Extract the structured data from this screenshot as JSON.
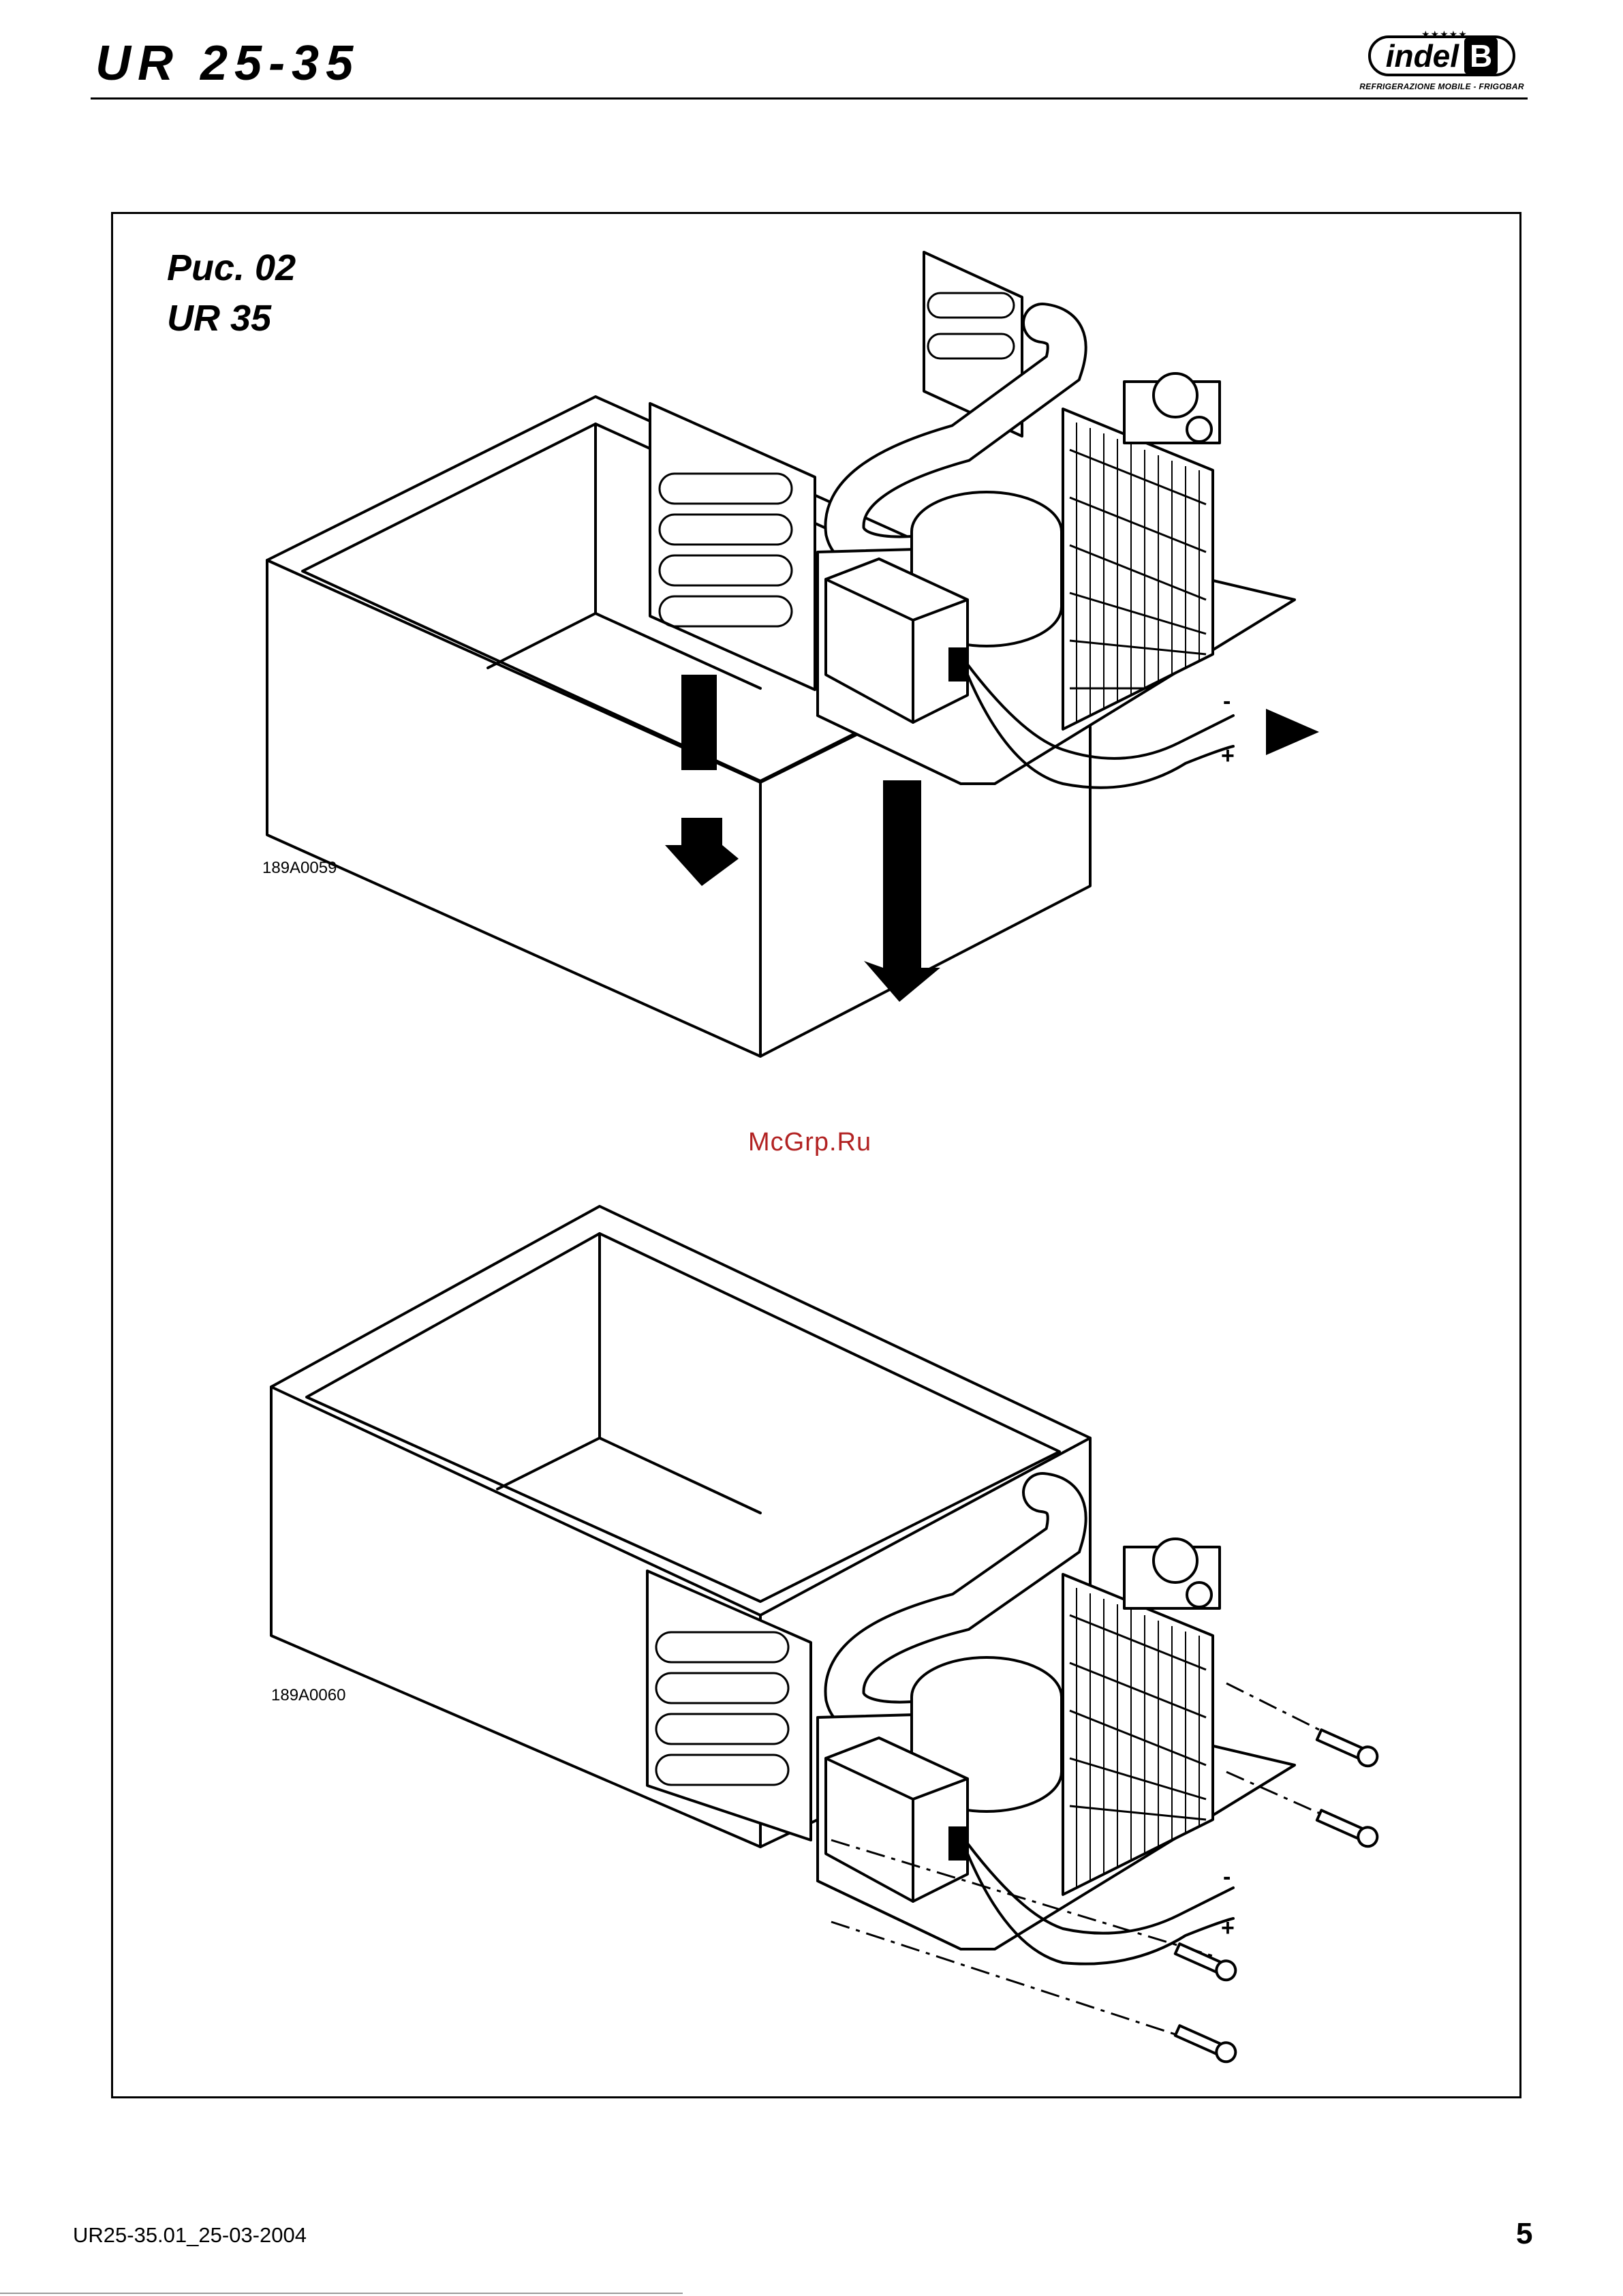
{
  "header": {
    "model_title": "UR 25-35",
    "logo": {
      "word": "indel",
      "letter": "B",
      "stars": "★★★★★",
      "tagline": "REFRIGERAZIONE MOBILE - FRIGOBAR"
    }
  },
  "figure": {
    "number": "Рис. 02",
    "model": "UR 35",
    "top_ref": "189A0059",
    "bottom_ref": "189A0060",
    "polarity_minus": "-",
    "polarity_plus": "+"
  },
  "watermark": "McGrp.Ru",
  "footer": {
    "doc_code": "UR25-35.01_25-03-2004",
    "page_number": "5"
  }
}
